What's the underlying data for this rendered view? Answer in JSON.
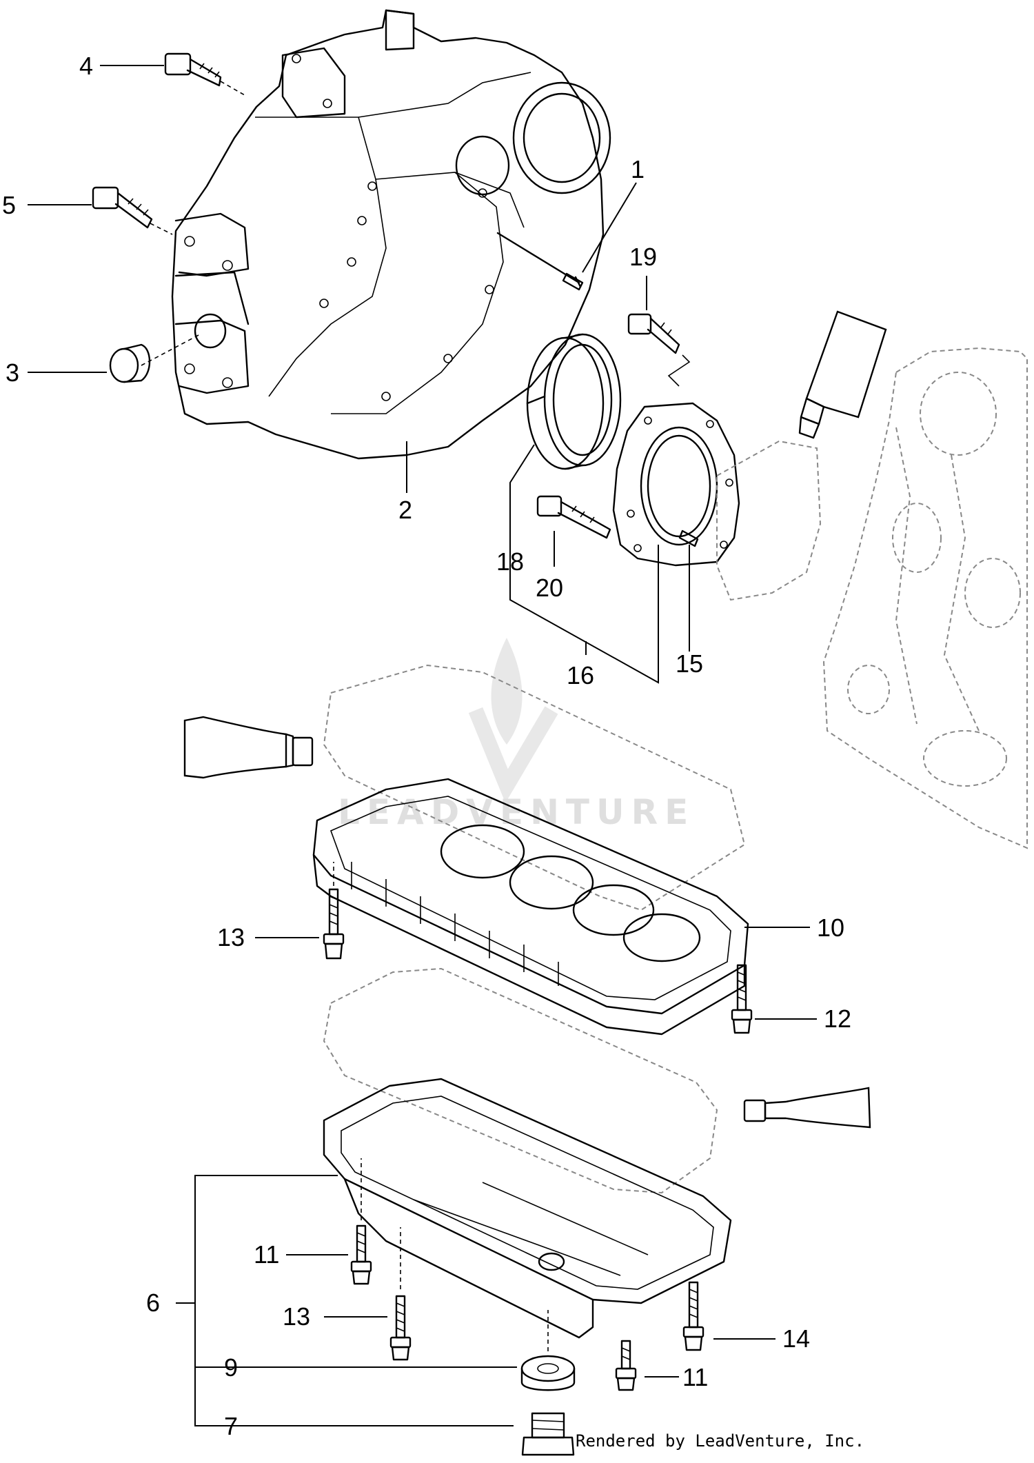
{
  "callouts": [
    {
      "id": "1",
      "text": "1"
    },
    {
      "id": "2",
      "text": "2"
    },
    {
      "id": "3",
      "text": "3"
    },
    {
      "id": "4",
      "text": "4"
    },
    {
      "id": "5",
      "text": "5"
    },
    {
      "id": "6",
      "text": "6"
    },
    {
      "id": "7",
      "text": "7"
    },
    {
      "id": "9",
      "text": "9"
    },
    {
      "id": "10",
      "text": "10"
    },
    {
      "id": "11a",
      "text": "11"
    },
    {
      "id": "11b",
      "text": "11"
    },
    {
      "id": "12",
      "text": "12"
    },
    {
      "id": "13a",
      "text": "13"
    },
    {
      "id": "13b",
      "text": "13"
    },
    {
      "id": "14",
      "text": "14"
    },
    {
      "id": "15",
      "text": "15"
    },
    {
      "id": "16",
      "text": "16"
    },
    {
      "id": "18",
      "text": "18"
    },
    {
      "id": "19",
      "text": "19"
    },
    {
      "id": "20",
      "text": "20"
    }
  ],
  "footer": {
    "rendered_by": "Rendered by LeadVenture, Inc."
  },
  "watermark": {
    "text": "LEADVENTURE"
  }
}
